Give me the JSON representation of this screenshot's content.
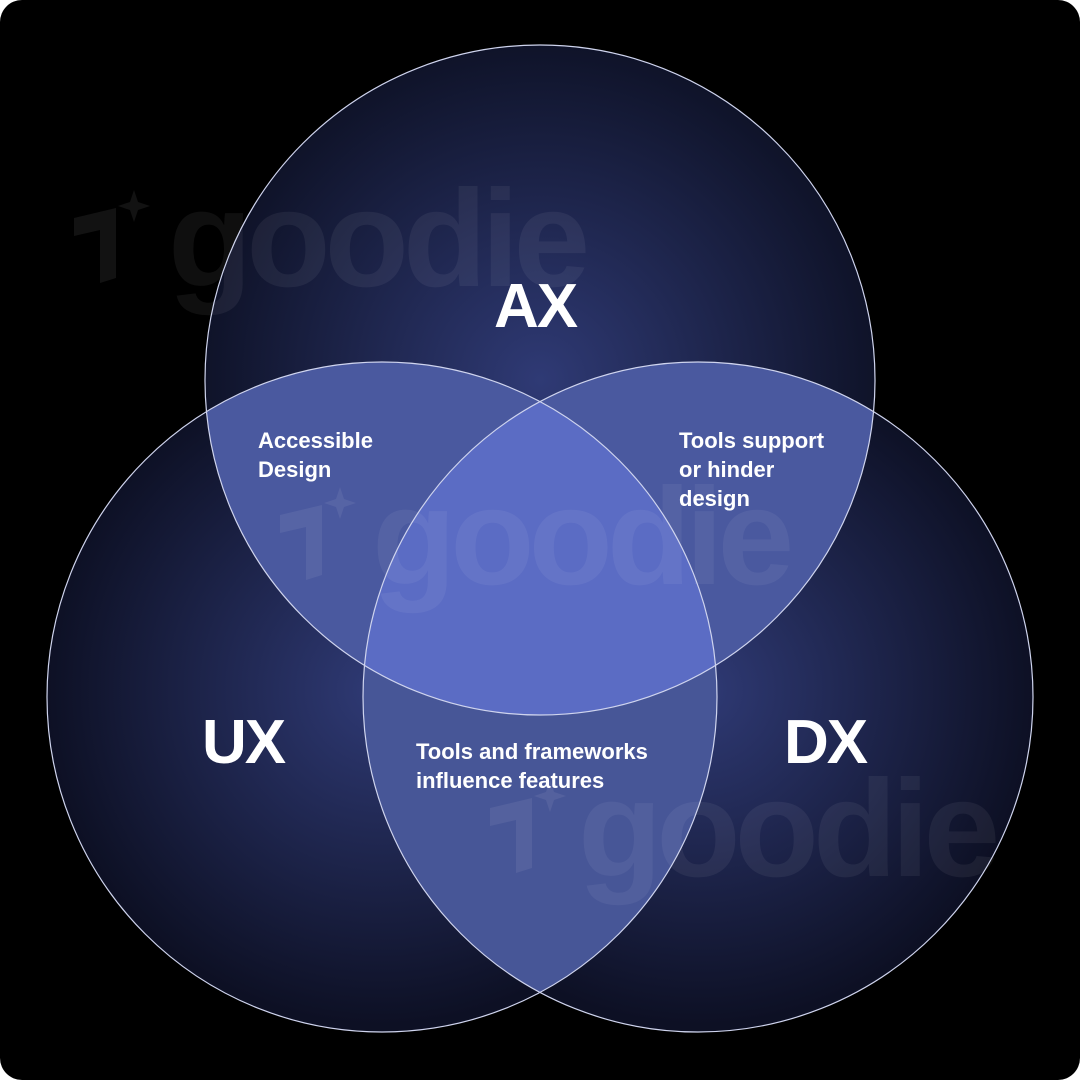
{
  "diagram": {
    "circles": [
      {
        "key": "ax",
        "label": "AX"
      },
      {
        "key": "ux",
        "label": "UX"
      },
      {
        "key": "dx",
        "label": "DX"
      }
    ],
    "overlaps": {
      "ax_ux": "Accessible\nDesign",
      "ax_dx": "Tools support\nor hinder\ndesign",
      "ux_dx": "Tools and frameworks\ninfluence features"
    }
  },
  "watermark": {
    "text": "goodie"
  },
  "colors": {
    "background": "#000000",
    "circle_fill_center": "#2a3468",
    "circle_fill_edge": "#0e1226",
    "overlap_two": "#4a5aa8",
    "overlap_three": "#5b6cc4",
    "stroke": "#cfd4ee"
  }
}
